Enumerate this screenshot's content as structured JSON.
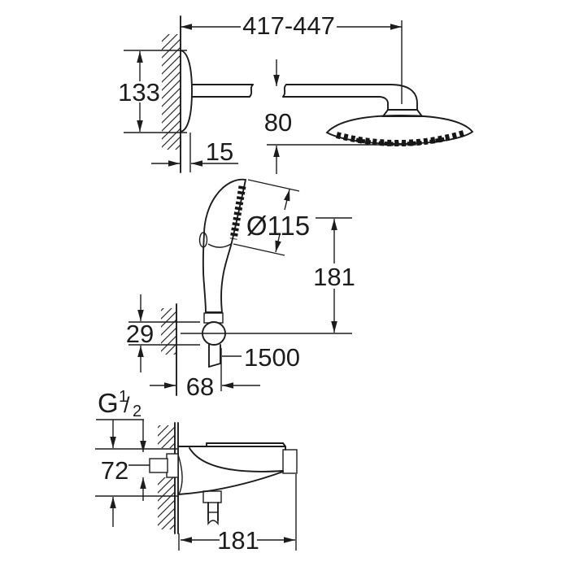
{
  "drawing": {
    "type": "technical-dimension-drawing",
    "subject": "shower-system-side-views",
    "colors": {
      "line": "#1c1c1c",
      "background": "#ffffff"
    },
    "dimensions": {
      "arm_length_range": "417-447",
      "escutcheon_height": "133",
      "head_drop": "80",
      "escutcheon_depth": "15",
      "hand_shower_diameter": "Ø115",
      "hand_shower_height": "181",
      "holder_height": "29",
      "hose_length": "1500",
      "holder_projection": "68",
      "mixer_inlet_height": "72",
      "mixer_width": "181",
      "thread_size": {
        "prefix": "G",
        "numerator": "1",
        "separator": "/",
        "denominator": "2"
      }
    }
  }
}
